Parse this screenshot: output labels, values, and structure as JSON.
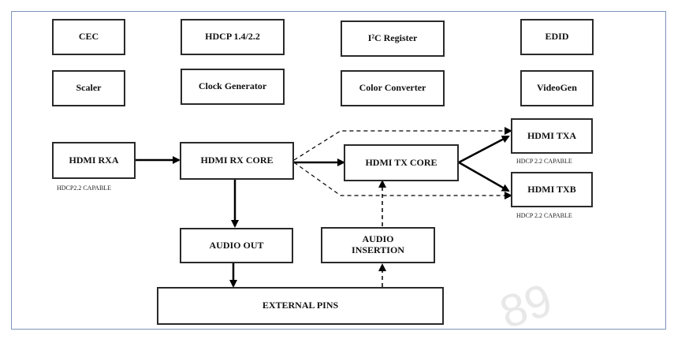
{
  "blocks": {
    "cec": "CEC",
    "hdcp": "HDCP 1.4/2.2",
    "i2c": "I²C Register",
    "edid": "EDID",
    "scaler": "Scaler",
    "clock": "Clock Generator",
    "color": "Color Converter",
    "videogen": "VideoGen",
    "rxa": "HDMI RXA",
    "rxcore": "HDMI RX CORE",
    "txcore": "HDMI TX CORE",
    "txa": "HDMI TXA",
    "txb": "HDMI TXB",
    "audio_out": "AUDIO OUT",
    "audio_ins_1": "AUDIO",
    "audio_ins_2": "INSERTION",
    "pins": "EXTERNAL PINS"
  },
  "captions": {
    "rxa": "HDCP2.2 CAPABLE",
    "txa": "HDCP 2.2 CAPABLE",
    "txb": "HDCP 2.2 CAPABLE"
  },
  "watermark": "89"
}
